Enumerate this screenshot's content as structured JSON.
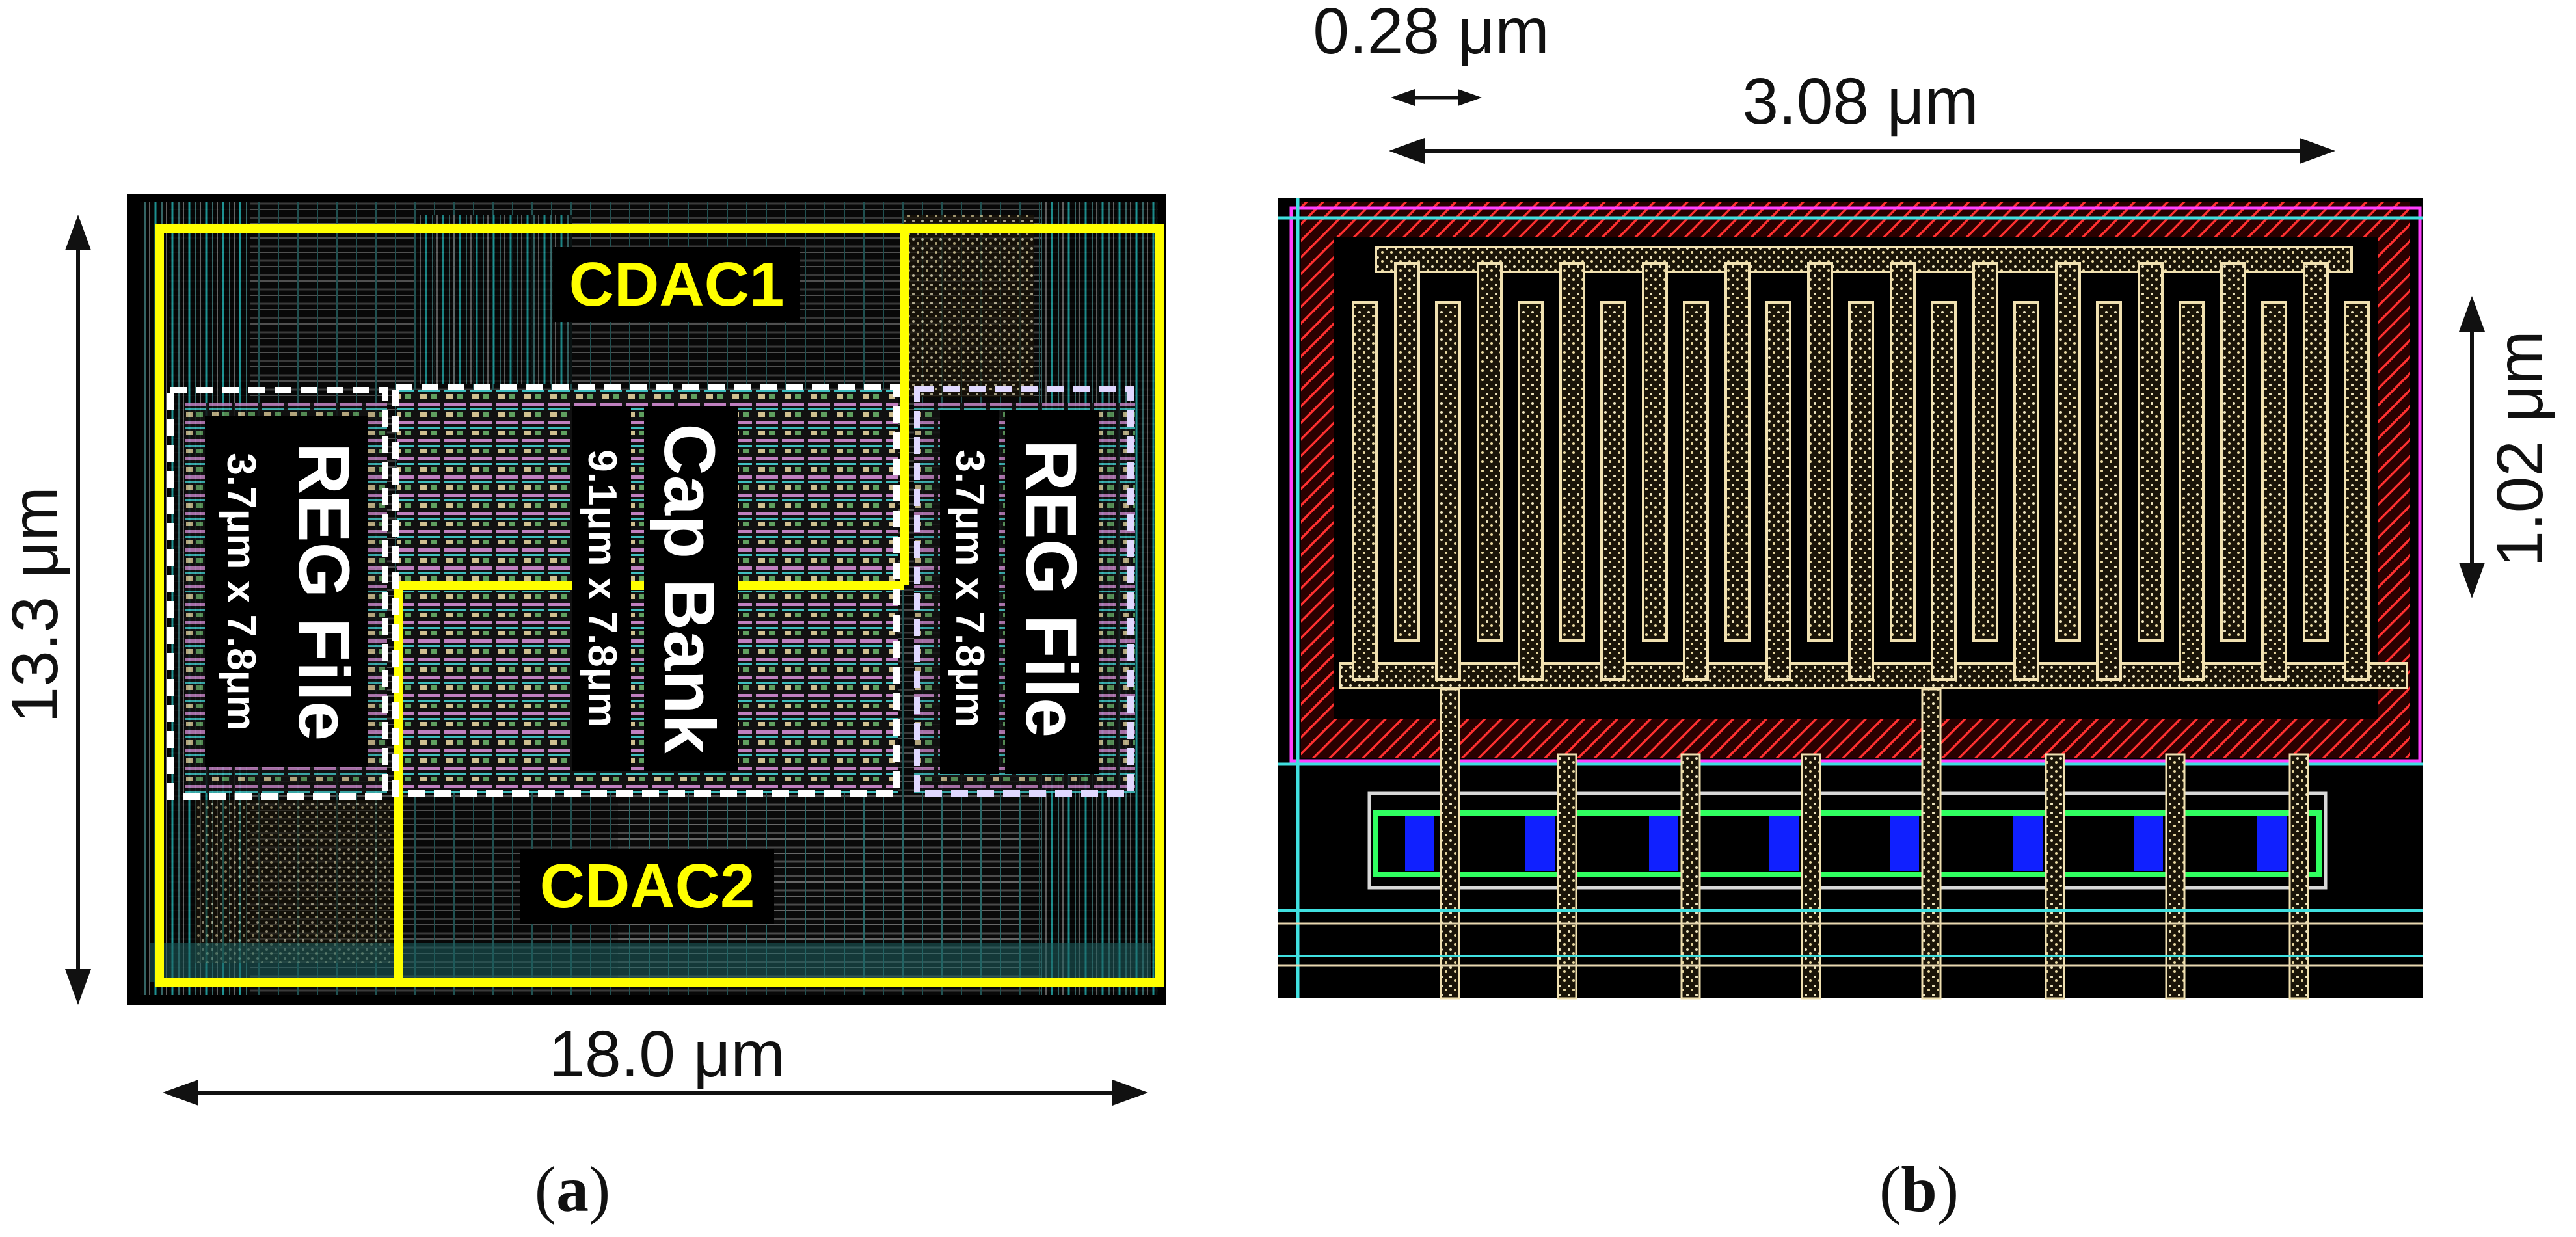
{
  "panel_a": {
    "labels": {
      "cdac1": "CDAC1",
      "cdac2": "CDAC2",
      "reg_file_left": "REG File",
      "reg_file_left_size": "3.7μm x 7.8μm",
      "cap_bank": "Cap Bank",
      "cap_bank_size": "9.1μm x 7.8μm",
      "reg_file_right": "REG File",
      "reg_file_right_size": "3.7μm x 7.8μm"
    },
    "dim_height": "13.3 μm",
    "dim_width": "18.0 μm",
    "caption_letter": "a"
  },
  "panel_b": {
    "dim_finger": "0.28 μm",
    "dim_width": "3.08 μm",
    "dim_height": "1.02 μm",
    "caption_letter": "b"
  },
  "colors": {
    "highlight": "#ffff00",
    "layout_bg": "#000000",
    "metal": "#e8d8b0",
    "dashed_box": "#ffffff"
  }
}
